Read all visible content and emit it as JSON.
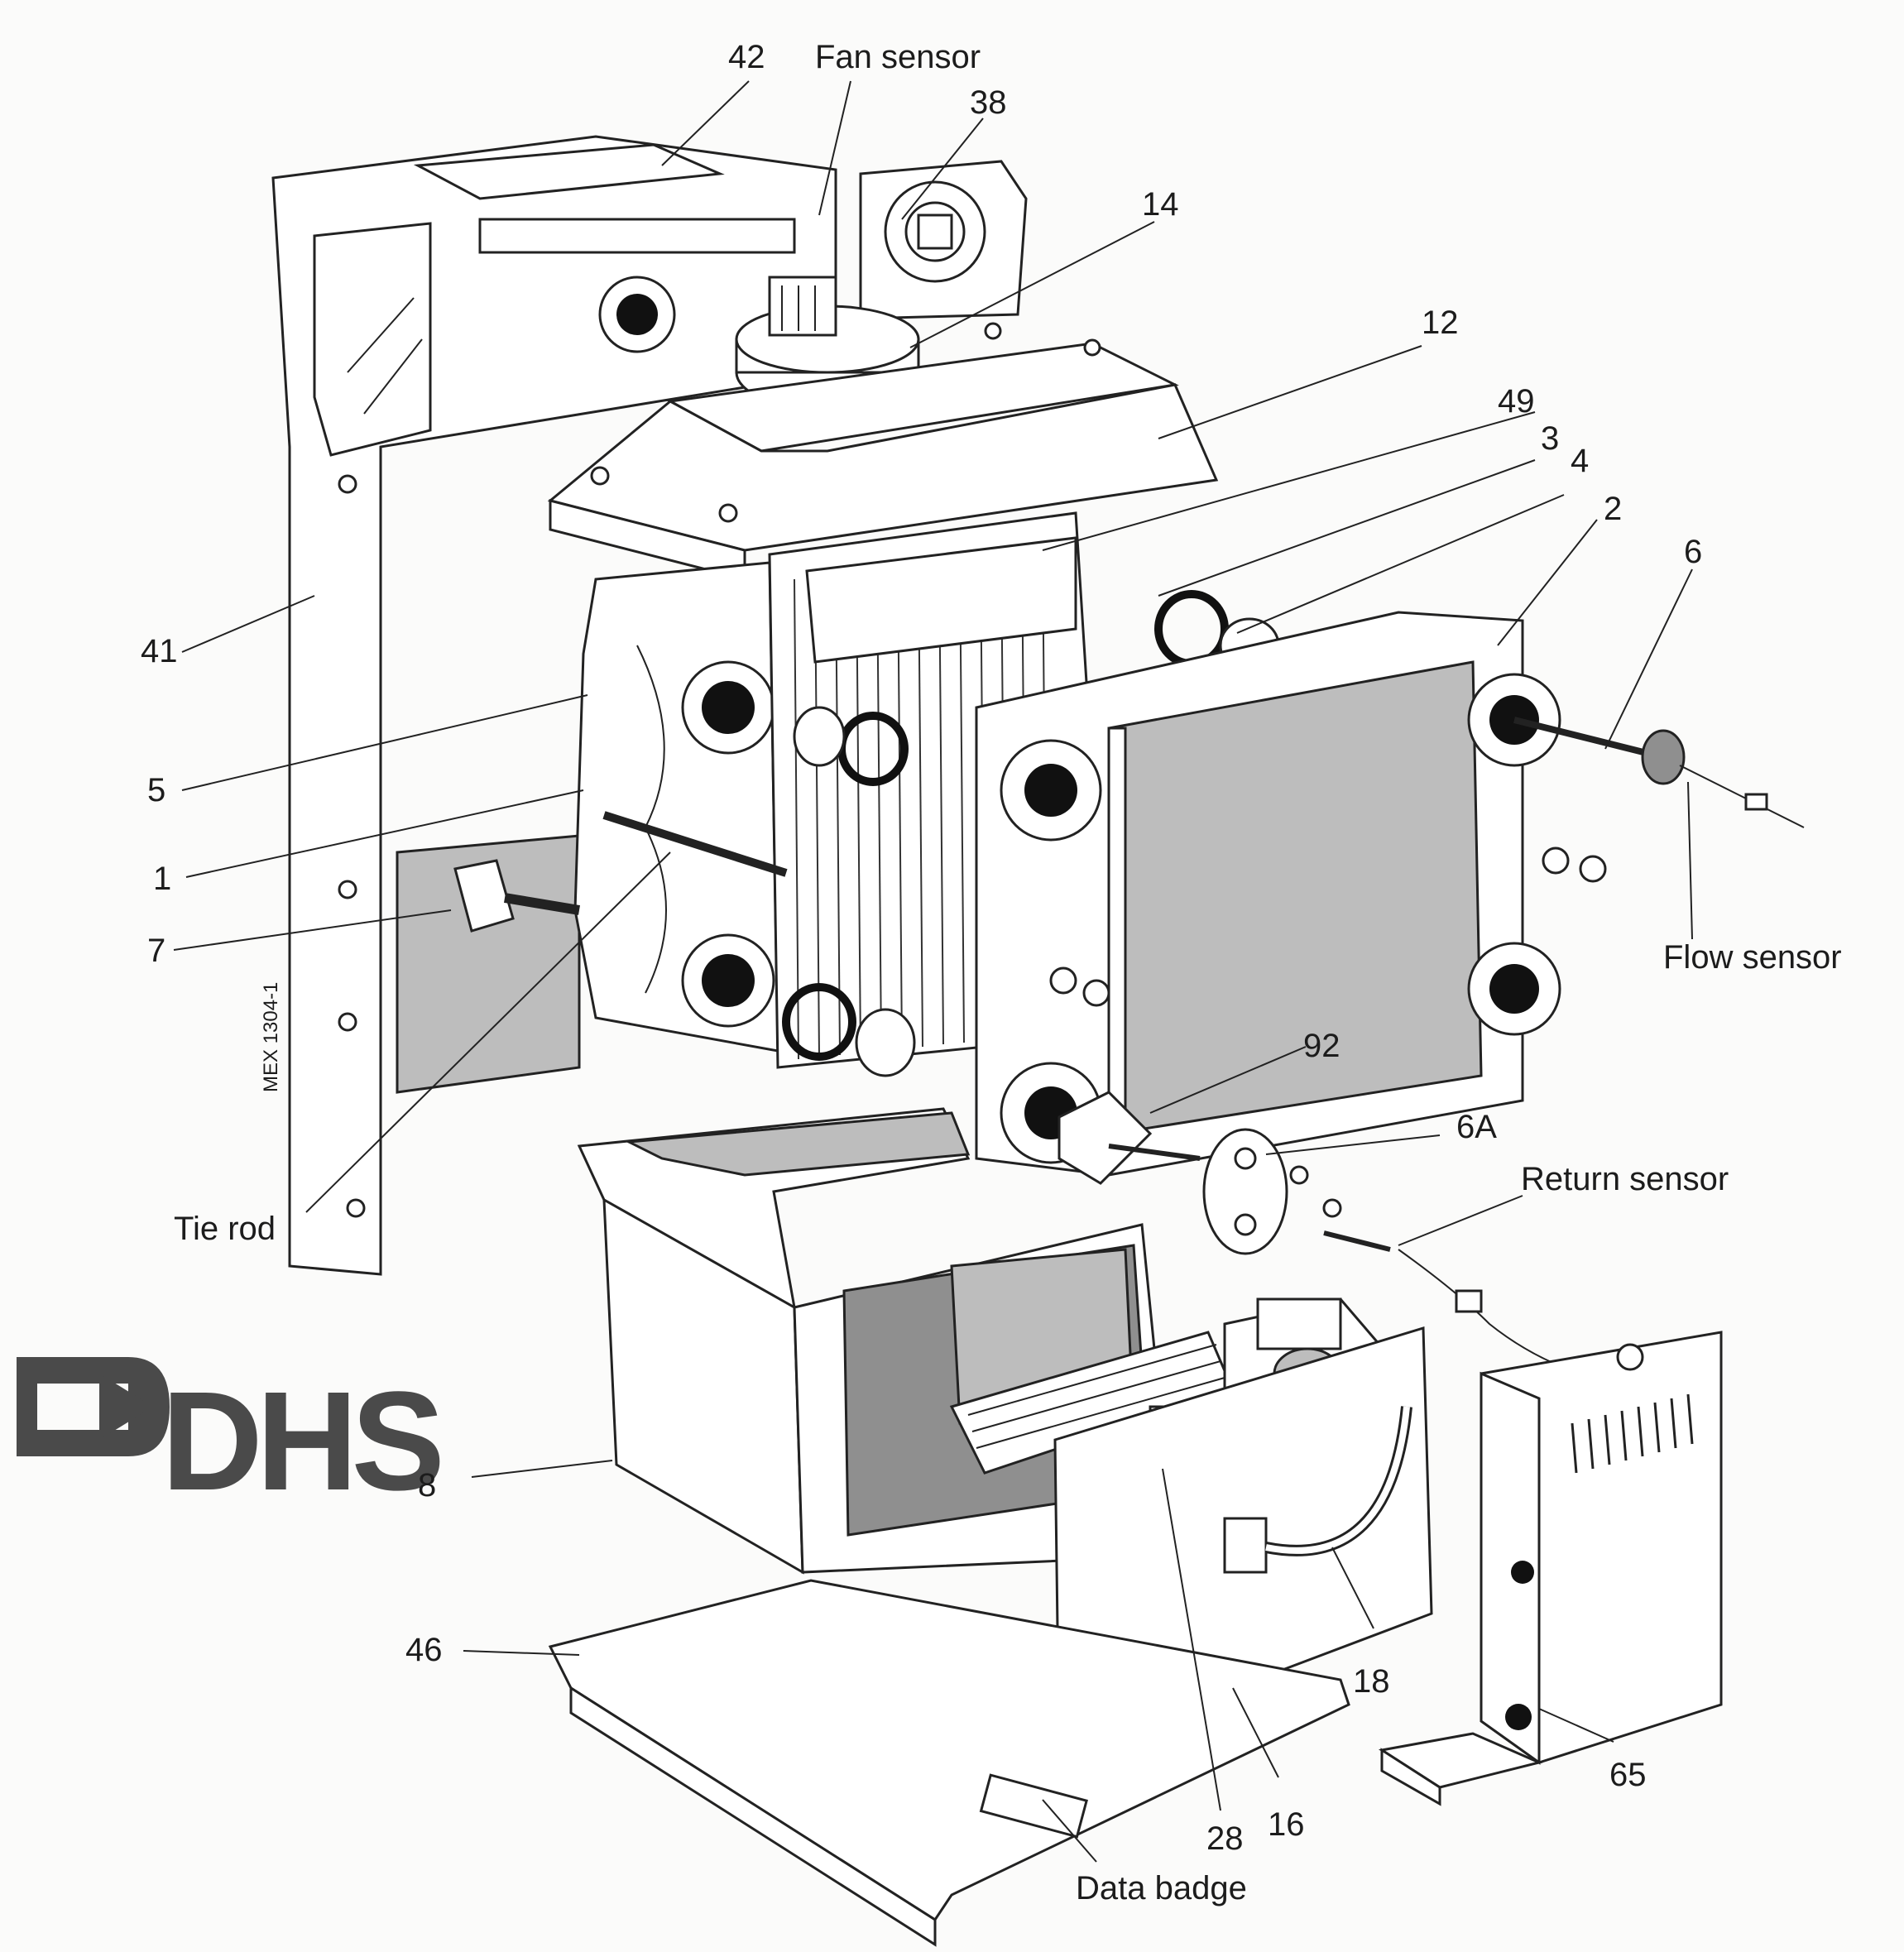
{
  "brand": {
    "logo_text": "DHS"
  },
  "figure_ref": "MEX 1304-1",
  "callouts": [
    {
      "id": "42",
      "text": "42"
    },
    {
      "id": "fan_sensor",
      "text": "Fan sensor"
    },
    {
      "id": "38",
      "text": "38"
    },
    {
      "id": "14",
      "text": "14"
    },
    {
      "id": "12",
      "text": "12"
    },
    {
      "id": "49",
      "text": "49"
    },
    {
      "id": "3",
      "text": "3"
    },
    {
      "id": "4",
      "text": "4"
    },
    {
      "id": "2",
      "text": "2"
    },
    {
      "id": "6",
      "text": "6"
    },
    {
      "id": "41",
      "text": "41"
    },
    {
      "id": "5",
      "text": "5"
    },
    {
      "id": "1",
      "text": "1"
    },
    {
      "id": "7",
      "text": "7"
    },
    {
      "id": "flow_sensor",
      "text": "Flow sensor"
    },
    {
      "id": "92",
      "text": "92"
    },
    {
      "id": "6A",
      "text": "6A"
    },
    {
      "id": "return_sensor",
      "text": "Return sensor"
    },
    {
      "id": "tie_rod",
      "text": "Tie rod"
    },
    {
      "id": "8",
      "text": "8"
    },
    {
      "id": "46",
      "text": "46"
    },
    {
      "id": "18",
      "text": "18"
    },
    {
      "id": "65",
      "text": "65"
    },
    {
      "id": "28",
      "text": "28"
    },
    {
      "id": "16",
      "text": "16"
    },
    {
      "id": "data_badge",
      "text": "Data badge"
    }
  ]
}
